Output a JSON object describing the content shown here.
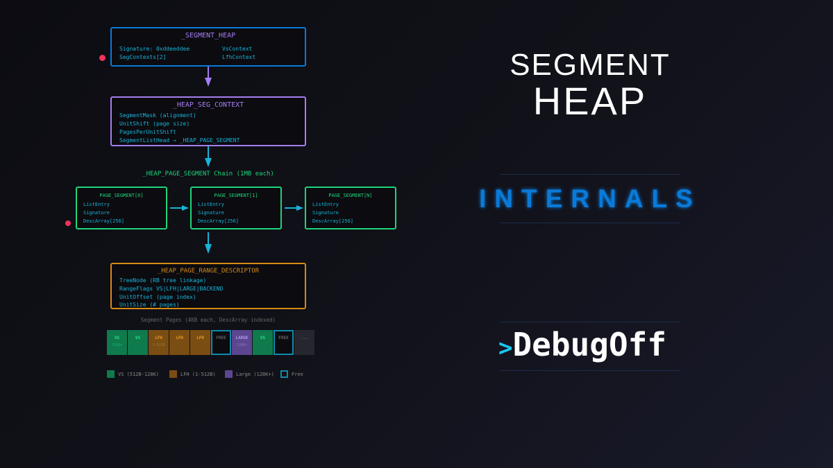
{
  "segment_heap": {
    "title": "_SEGMENT_HEAP",
    "fields": [
      "Signature: 0xddeeddee",
      "SegContexts[2]",
      "VsContext",
      "LfhContext"
    ]
  },
  "seg_context": {
    "title": "_HEAP_SEG_CONTEXT",
    "fields": [
      "SegmentMask (alignment)",
      "UnitShift (page size)",
      "PagesPerUnitShift",
      "SegmentListHead → _HEAP_PAGE_SEGMENT"
    ]
  },
  "chain_label": "_HEAP_PAGE_SEGMENT Chain (1MB each)",
  "page_segments": [
    {
      "title": "PAGE_SEGMENT[0]",
      "fields": [
        "ListEntry",
        "Signature",
        "DescArray[256]"
      ]
    },
    {
      "title": "PAGE_SEGMENT[1]",
      "fields": [
        "ListEntry",
        "Signature",
        "DescArray[256]"
      ]
    },
    {
      "title": "PAGE_SEGMENT[N]",
      "fields": [
        "ListEntry",
        "Signature",
        "DescArray[256]"
      ]
    }
  ],
  "range_descriptor": {
    "title": "_HEAP_PAGE_RANGE_DESCRIPTOR",
    "fields": [
      "TreeNode (RB tree linkage)",
      "RangeFlags VS|LFH|LARGE|BACKEND",
      "UnitOffset (page index)",
      "UnitSize (# pages)"
    ]
  },
  "pages_label": "Segment Pages (4KB each, DescArray indexed)",
  "pages": [
    {
      "type": "VS",
      "sub": "512B+"
    },
    {
      "type": "VS",
      "sub": ""
    },
    {
      "type": "LFH",
      "sub": "1-512B"
    },
    {
      "type": "LFH",
      "sub": ""
    },
    {
      "type": "LFH",
      "sub": ""
    },
    {
      "type": "FREE",
      "sub": ""
    },
    {
      "type": "LARGE",
      "sub": "128K+"
    },
    {
      "type": "VS",
      "sub": ""
    },
    {
      "type": "FREE",
      "sub": ""
    },
    {
      "type": "...",
      "sub": ""
    }
  ],
  "legend": [
    "VS (512B-128K)",
    "LFH (1-512B)",
    "Large (128K+)",
    "Free"
  ],
  "title": {
    "line1": "SEGMENT",
    "line2": "HEAP",
    "subtitle": "INTERNALS"
  },
  "brand": {
    "prompt": ">",
    "name": "DebugOff"
  },
  "colors": {
    "blue": "#0a7ad8",
    "purple": "#a67ef0",
    "green": "#1ed67a",
    "orange": "#d88a14",
    "cyan": "#19b4d8"
  }
}
